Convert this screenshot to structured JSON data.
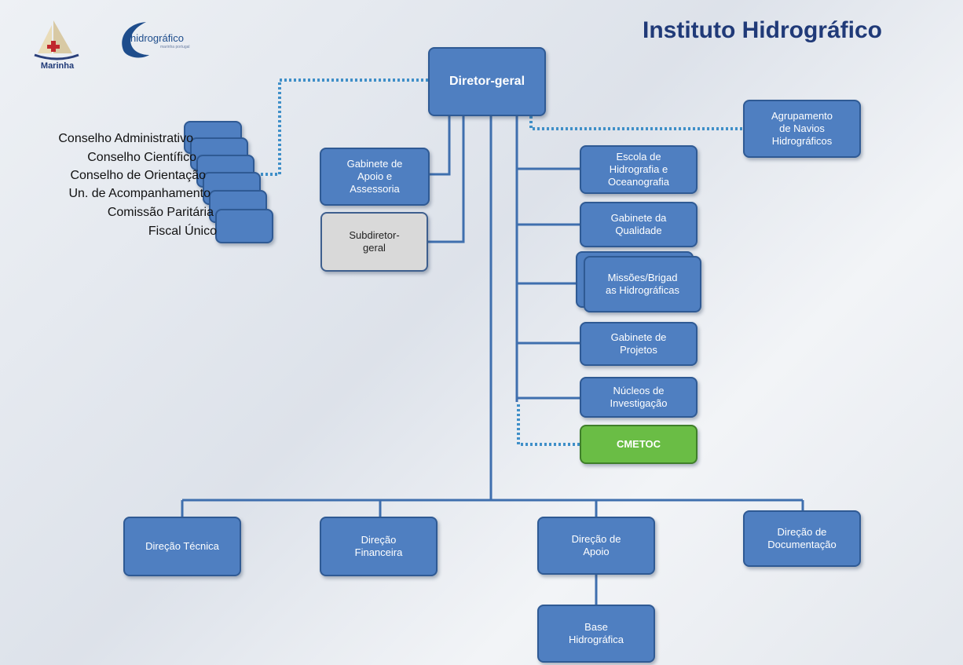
{
  "header": {
    "title": "Instituto Hidrográfico",
    "logo_left_text": "Marinha",
    "logo_right_text": "hidrográfico",
    "logo_right_subtext": "marinha portugal"
  },
  "colors": {
    "box_blue": "#4f7fc1",
    "box_border": "#2f5a94",
    "box_grey": "#d9d9d9",
    "box_green": "#6abd45",
    "line": "#3f6fae",
    "title": "#203a78"
  },
  "nodes": {
    "director_general": "Diretor-geral",
    "support_office": "Gabinete de\nApoio e\nAssessoria",
    "deputy_director": "Subdiretor-\ngeral",
    "ships_group": "Agrupamento\nde Navios\nHidrográficos",
    "school": "Escola de\nHidrografia e\nOceanografia",
    "quality_office": "Gabinete da\nQualidade",
    "missions": "Missões/Brigad\nas Hidrográficas",
    "projects_office": "Gabinete de\nProjetos",
    "research_units": "Núcleos de\nInvestigação",
    "cmetoc": "CMETOC",
    "technical_dir": "Direção Técnica",
    "financial_dir": "Direção\nFinanceira",
    "support_dir": "Direção de\nApoio",
    "documentation_dir": "Direção de\nDocumentação",
    "hydro_base": "Base\nHidrográfica"
  },
  "councils": [
    "Conselho Administrativo",
    "Conselho Científico",
    "Conselho de Orientação",
    "Un. de Acompanhamento",
    "Comissão Paritária",
    "Fiscal Único"
  ]
}
